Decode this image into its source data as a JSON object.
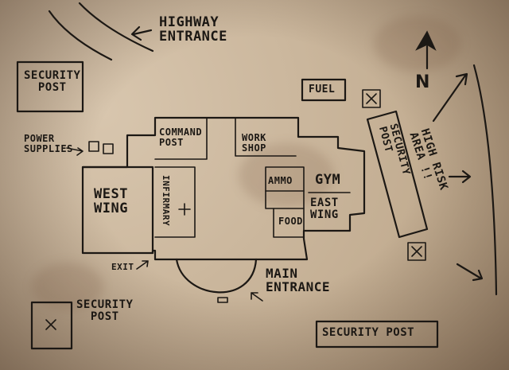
{
  "map": {
    "labels": {
      "highway_entrance": "Highway\nEntrance",
      "security_post_nw": "Security\nPost",
      "power_supplies": "Power\nSupplies",
      "command_post": "Command\nPost",
      "workshop": "Work\nShop",
      "fuel": "Fuel",
      "west_wing": "West\nWing",
      "infirmary": "Infirmary",
      "ammo": "Ammo",
      "gym": "Gym",
      "food": "Food",
      "east_wing": "East\nWing",
      "security_post_east": "Security\nPost",
      "high_risk_area": "High Risk\nArea !!",
      "exit": "Exit",
      "main_entrance": "Main\nEntrance",
      "security_post_sw": "Security\nPost",
      "security_post_s": "Security Post",
      "north": "N"
    }
  }
}
